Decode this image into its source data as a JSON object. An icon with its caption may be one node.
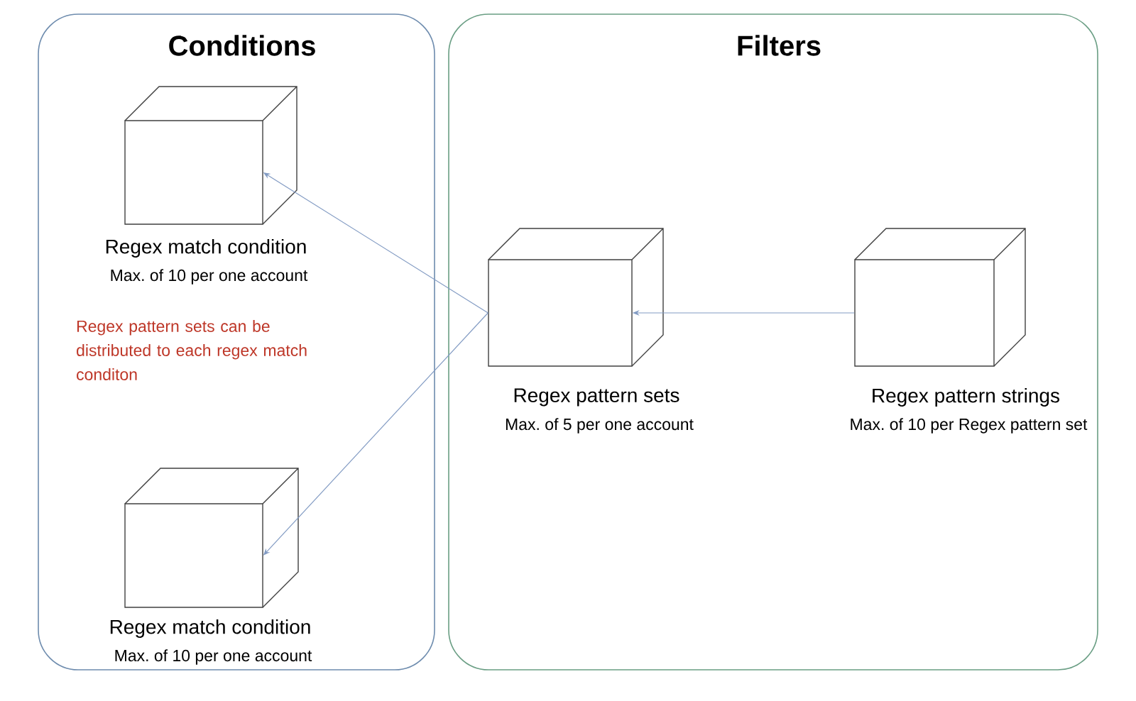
{
  "diagram": {
    "nodes": [
      {
        "text": [
          "Conditions"
        ]
      },
      {
        "text": [
          "Regex match condition",
          "Max. of 10 per one account"
        ],
        "in": 0
      },
      {
        "text": [
          "Regex match condition",
          "Max. of 10 per one account"
        ],
        "in": 0
      },
      {
        "text": [
          "Filters"
        ]
      },
      {
        "text": [
          "Regex pattern sets",
          "Max. of 5 per one account"
        ],
        "in": 3
      },
      {
        "text": [
          "Regex pattern strings",
          "Max. of 10 per Regex pattern set"
        ],
        "in": 3
      }
    ],
    "edges": [
      {
        "from": 4,
        "to": 1,
        "arrow": "to"
      },
      {
        "from": 4,
        "to": 2,
        "arrow": "to"
      },
      {
        "from": 5,
        "to": 4,
        "arrow": "to"
      }
    ],
    "labels": [
      "Regex pattern sets can be distributed to each regex match conditon"
    ]
  }
}
